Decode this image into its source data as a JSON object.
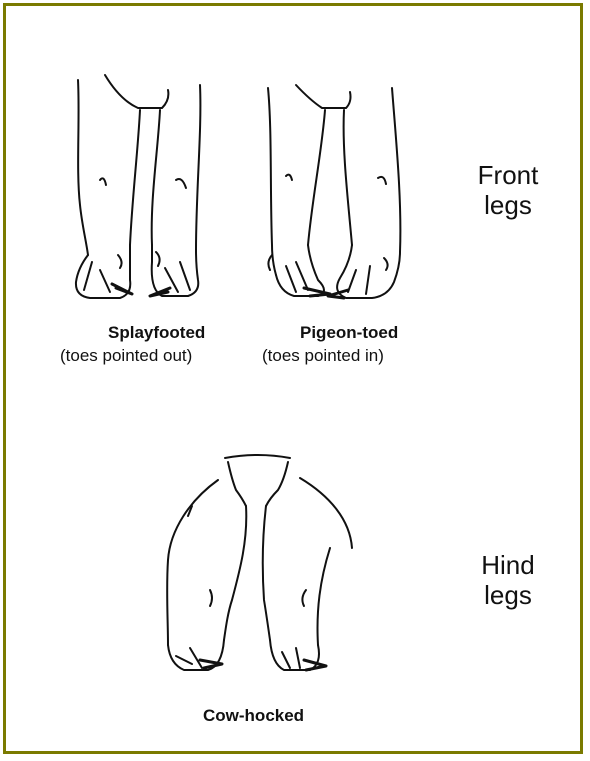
{
  "diagram": {
    "front": {
      "splay_title": "Splayfooted",
      "splay_note": "(toes pointed out)",
      "pigeon_title": "Pigeon-toed",
      "pigeon_note": "(toes pointed in)",
      "side_line1": "Front",
      "side_line2": "legs"
    },
    "hind": {
      "cow_title": "Cow-hocked",
      "side_line1": "Hind",
      "side_line2": "legs"
    },
    "colors": {
      "frame": "#7a7a00",
      "ink": "#111111"
    }
  }
}
